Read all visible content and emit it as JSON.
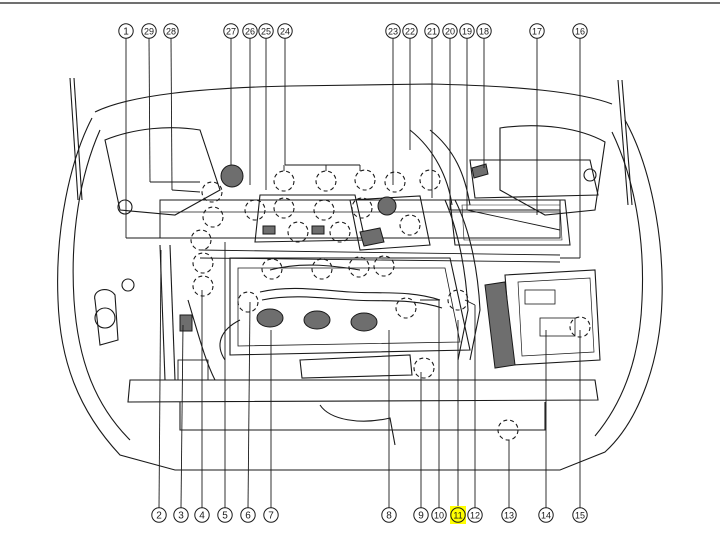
{
  "diagram": {
    "top_callouts": [
      "1",
      "29",
      "28",
      "27",
      "26",
      "25",
      "24",
      "23",
      "22",
      "21",
      "20",
      "19",
      "18",
      "17",
      "16"
    ],
    "bottom_callouts": [
      "2",
      "3",
      "4",
      "5",
      "6",
      "7",
      "8",
      "9",
      "10",
      "11",
      "12",
      "13",
      "14",
      "15"
    ],
    "highlighted_callout": "11",
    "colors": {
      "line": "#1a1a1a",
      "highlight": "#ffff00",
      "component_fill": "#6e6e6e",
      "background": "#ffffff"
    }
  }
}
